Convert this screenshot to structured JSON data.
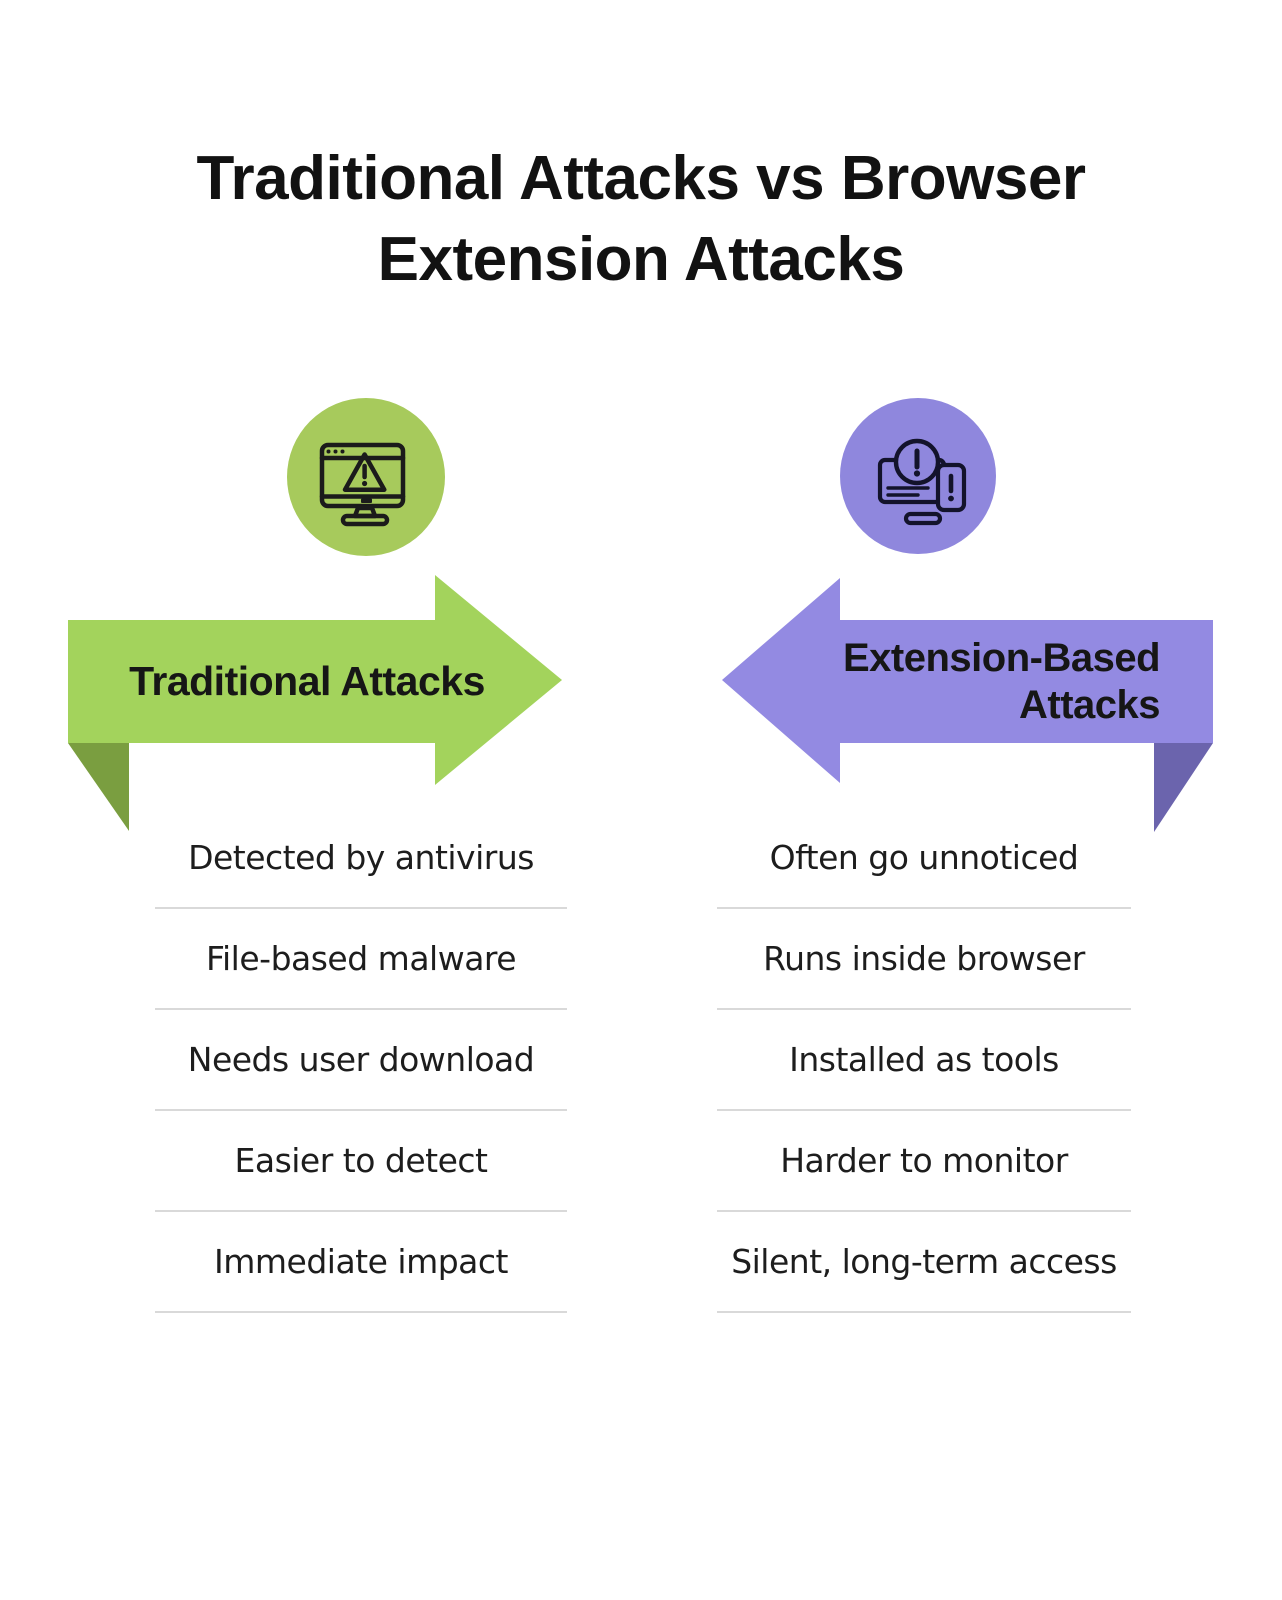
{
  "title": {
    "line1": "Traditional Attacks vs Browser",
    "line2": "Extension Attacks"
  },
  "left": {
    "icon": "monitor-warning-icon",
    "arrow_label": "Traditional Attacks",
    "items": [
      "Detected by antivirus",
      "File-based malware",
      "Needs user download",
      "Easier to detect",
      "Immediate impact"
    ],
    "colors": {
      "circle": "#a7ca5c",
      "arrow": "#a3d35c",
      "arrow_fold": "#7a9e40",
      "icon_stroke": "#1b1b1b"
    }
  },
  "right": {
    "icon": "devices-warning-icon",
    "arrow_label_line1": "Extension-Based",
    "arrow_label_line2": "Attacks",
    "items": [
      "Often go unnoticed",
      "Runs inside browser",
      "Installed as tools",
      "Harder to monitor",
      "Silent, long-term access"
    ],
    "colors": {
      "circle": "#8f87dd",
      "arrow": "#938ae2",
      "arrow_fold": "#6b64ad",
      "icon_stroke": "#13132b"
    }
  },
  "divider_color": "#d9d9d9",
  "background": "#ffffff",
  "text_color": "#1d1d1d"
}
